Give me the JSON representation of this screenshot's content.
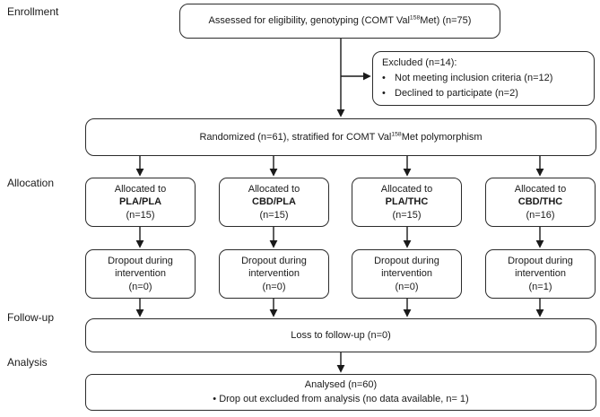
{
  "stage_labels": {
    "enrollment": "Enrollment",
    "allocation": "Allocation",
    "followup": "Follow-up",
    "analysis": "Analysis"
  },
  "enrollment_box": {
    "prefix": "Assessed for eligibility, genotyping (COMT Val",
    "superscript": "158",
    "suffix": "Met) (n=75)"
  },
  "excluded_box": {
    "title": "Excluded (n=14):",
    "bullet": "•",
    "items": [
      "Not meeting inclusion criteria (n=12)",
      "Declined to participate (n=2)"
    ]
  },
  "randomized_box": {
    "prefix": "Randomized (n=61), stratified for COMT Val",
    "superscript": "158",
    "suffix": "Met polymorphism"
  },
  "columns": [
    {
      "allocated_label": "Allocated to",
      "group": "PLA/PLA",
      "allocated_n": "(n=15)",
      "dropout_line1": "Dropout during",
      "dropout_line2": "intervention",
      "dropout_n": "(n=0)"
    },
    {
      "allocated_label": "Allocated to",
      "group": "CBD/PLA",
      "allocated_n": "(n=15)",
      "dropout_line1": "Dropout during",
      "dropout_line2": "intervention",
      "dropout_n": "(n=0)"
    },
    {
      "allocated_label": "Allocated to",
      "group": "PLA/THC",
      "allocated_n": "(n=15)",
      "dropout_line1": "Dropout during",
      "dropout_line2": "intervention",
      "dropout_n": "(n=0)"
    },
    {
      "allocated_label": "Allocated to",
      "group": "CBD/THC",
      "allocated_n": "(n=16)",
      "dropout_line1": "Dropout during",
      "dropout_line2": "intervention",
      "dropout_n": "(n=1)"
    }
  ],
  "followup_box": {
    "text": "Loss to follow-up (n=0)"
  },
  "analysis_box": {
    "line1": "Analysed (n=60)",
    "line2": "• Drop out excluded from analysis (no data available, n= 1)"
  },
  "colors": {
    "background": "#ffffff",
    "box_border": "#2b2b2b",
    "text": "#1a1a1a",
    "arrow": "#1a1a1a"
  }
}
